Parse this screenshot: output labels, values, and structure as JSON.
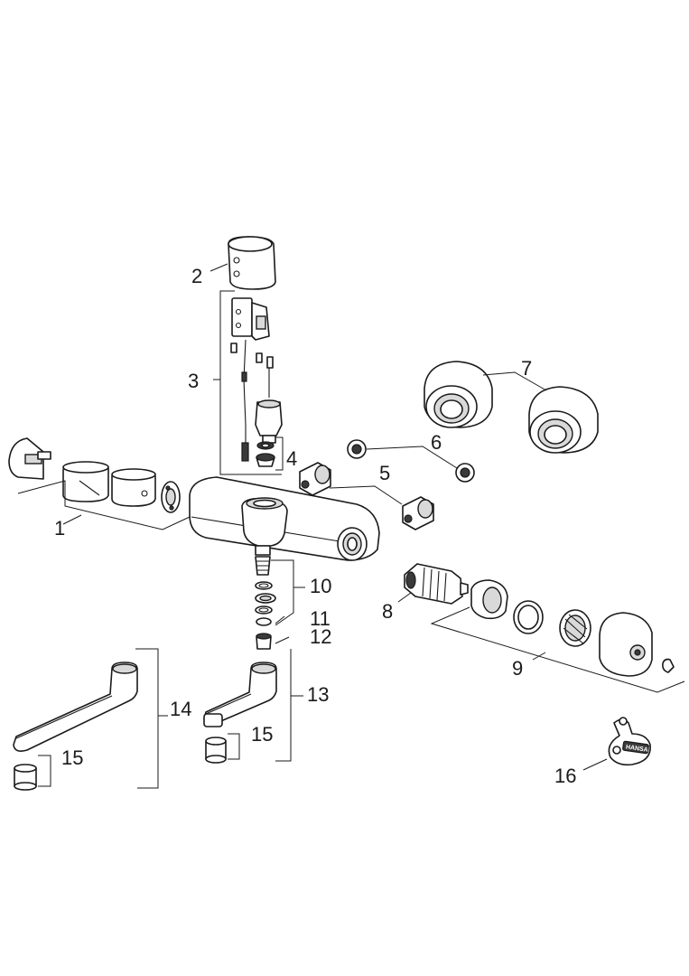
{
  "diagram": {
    "labels": [
      "1",
      "2",
      "3",
      "4",
      "5",
      "6",
      "7",
      "8",
      "9",
      "10",
      "11",
      "12",
      "13",
      "14",
      "15",
      "15",
      "16"
    ],
    "key_stamp": "HANSA"
  }
}
